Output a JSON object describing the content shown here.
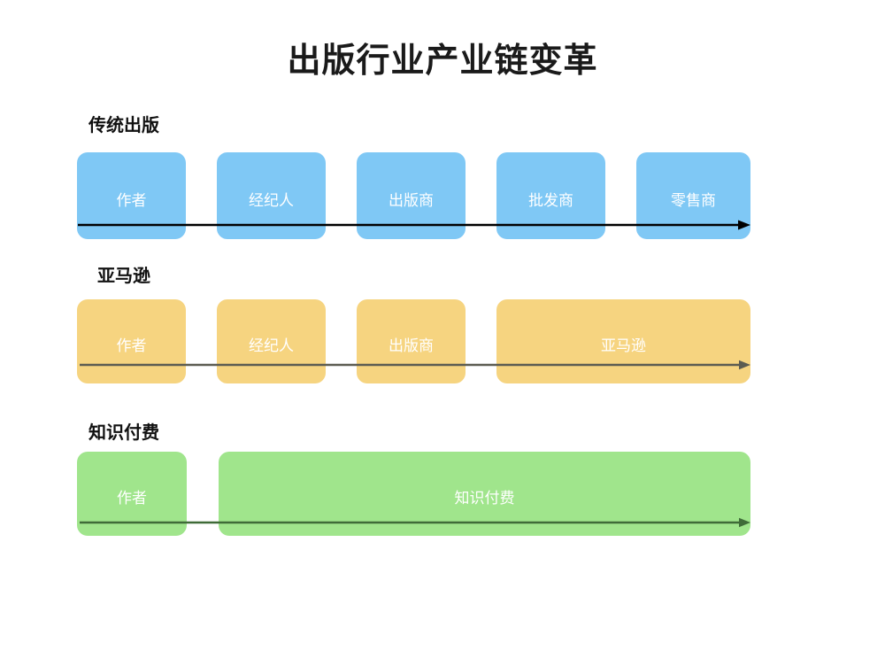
{
  "title": "出版行业产业链变革",
  "colors": {
    "traditional_fill": "#7FC8F5",
    "amazon_fill": "#F6D480",
    "knowledge_fill": "#A0E58C",
    "traditional_arrow": "#000000",
    "amazon_arrow": "#5C5C52",
    "knowledge_arrow": "#3F6B38",
    "node_text": "#FFFFFF",
    "label_text": "#111111",
    "background": "#FFFFFF"
  },
  "rows": [
    {
      "label": "传统出版",
      "nodes": [
        {
          "text": "作者"
        },
        {
          "text": "经纪人"
        },
        {
          "text": "出版商"
        },
        {
          "text": "批发商"
        },
        {
          "text": "零售商"
        }
      ]
    },
    {
      "label": "亚马逊",
      "nodes": [
        {
          "text": "作者"
        },
        {
          "text": "经纪人"
        },
        {
          "text": "出版商"
        },
        {
          "text": "亚马逊"
        }
      ]
    },
    {
      "label": "知识付费",
      "nodes": [
        {
          "text": "作者"
        },
        {
          "text": "知识付费"
        }
      ]
    }
  ],
  "chart_data": {
    "type": "diagram",
    "title": "出版行业产业链变革",
    "subtype": "value-chain-comparison",
    "lanes": [
      {
        "name": "传统出版",
        "color": "#7FC8F5",
        "stages": [
          "作者",
          "经纪人",
          "出版商",
          "批发商",
          "零售商"
        ],
        "stage_count": 5,
        "arrow_color": "#000000"
      },
      {
        "name": "亚马逊",
        "color": "#F6D480",
        "stages": [
          "作者",
          "经纪人",
          "出版商",
          "亚马逊"
        ],
        "stage_count": 4,
        "arrow_color": "#5C5C52"
      },
      {
        "name": "知识付费",
        "color": "#A0E58C",
        "stages": [
          "作者",
          "知识付费"
        ],
        "stage_count": 2,
        "arrow_color": "#3F6B38"
      }
    ]
  }
}
